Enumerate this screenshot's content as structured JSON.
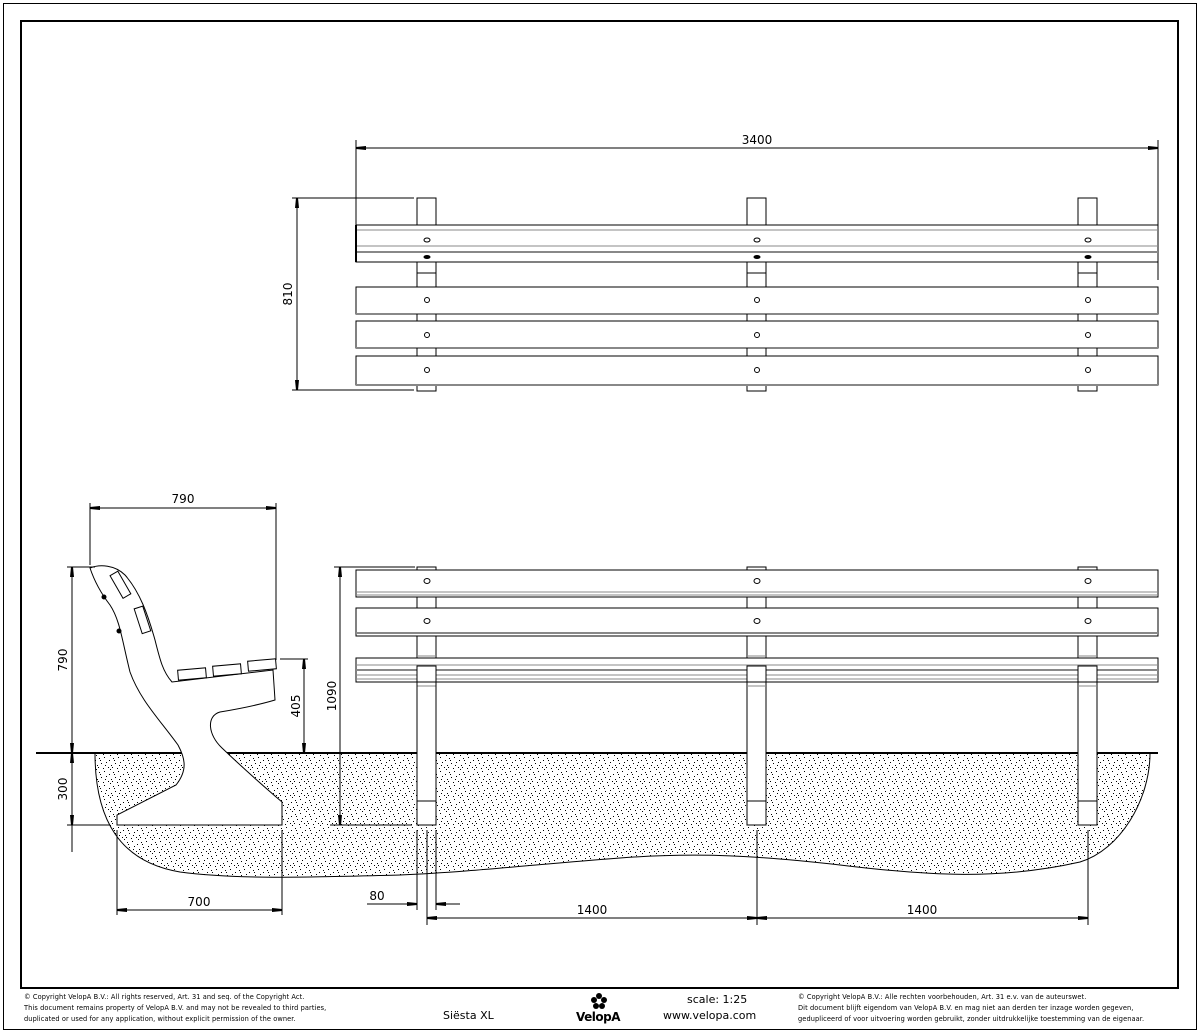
{
  "drawing": {
    "product_name": "Siësta XL",
    "scale_label": "scale: 1:25",
    "website": "www.velopa.com",
    "brand": "VelopA",
    "logo_icon": "flower-icon"
  },
  "dimensions": {
    "top_view": {
      "overall_length": "3400",
      "height": "810"
    },
    "side_view": {
      "depth": "790",
      "height": "790",
      "seat_height": "405",
      "foundation_depth": "300",
      "foot_length": "700"
    },
    "front_view": {
      "post_length": "1090",
      "post_width": "80",
      "post_spacing_1": "1400",
      "post_spacing_2": "1400"
    }
  },
  "copyright": {
    "english": [
      "© Copyright VelopA B.V.: All rights reserved, Art. 31 and seq. of the Copyright Act.",
      "This document remains property of VelopA B.V. and may not be revealed to third parties,",
      "duplicated or used for any application, without explicit permission of the owner."
    ],
    "dutch": [
      "© Copyright VelopA B.V.: Alle rechten voorbehouden, Art. 31 e.v. van de auteurswet.",
      "Dit document blijft eigendom van VelopA B.V. en mag niet aan derden ter inzage worden gegeven,",
      "gedupliceerd of voor uitvoering worden gebruikt, zonder uitdrukkelijke toestemming van de eigenaar."
    ]
  }
}
